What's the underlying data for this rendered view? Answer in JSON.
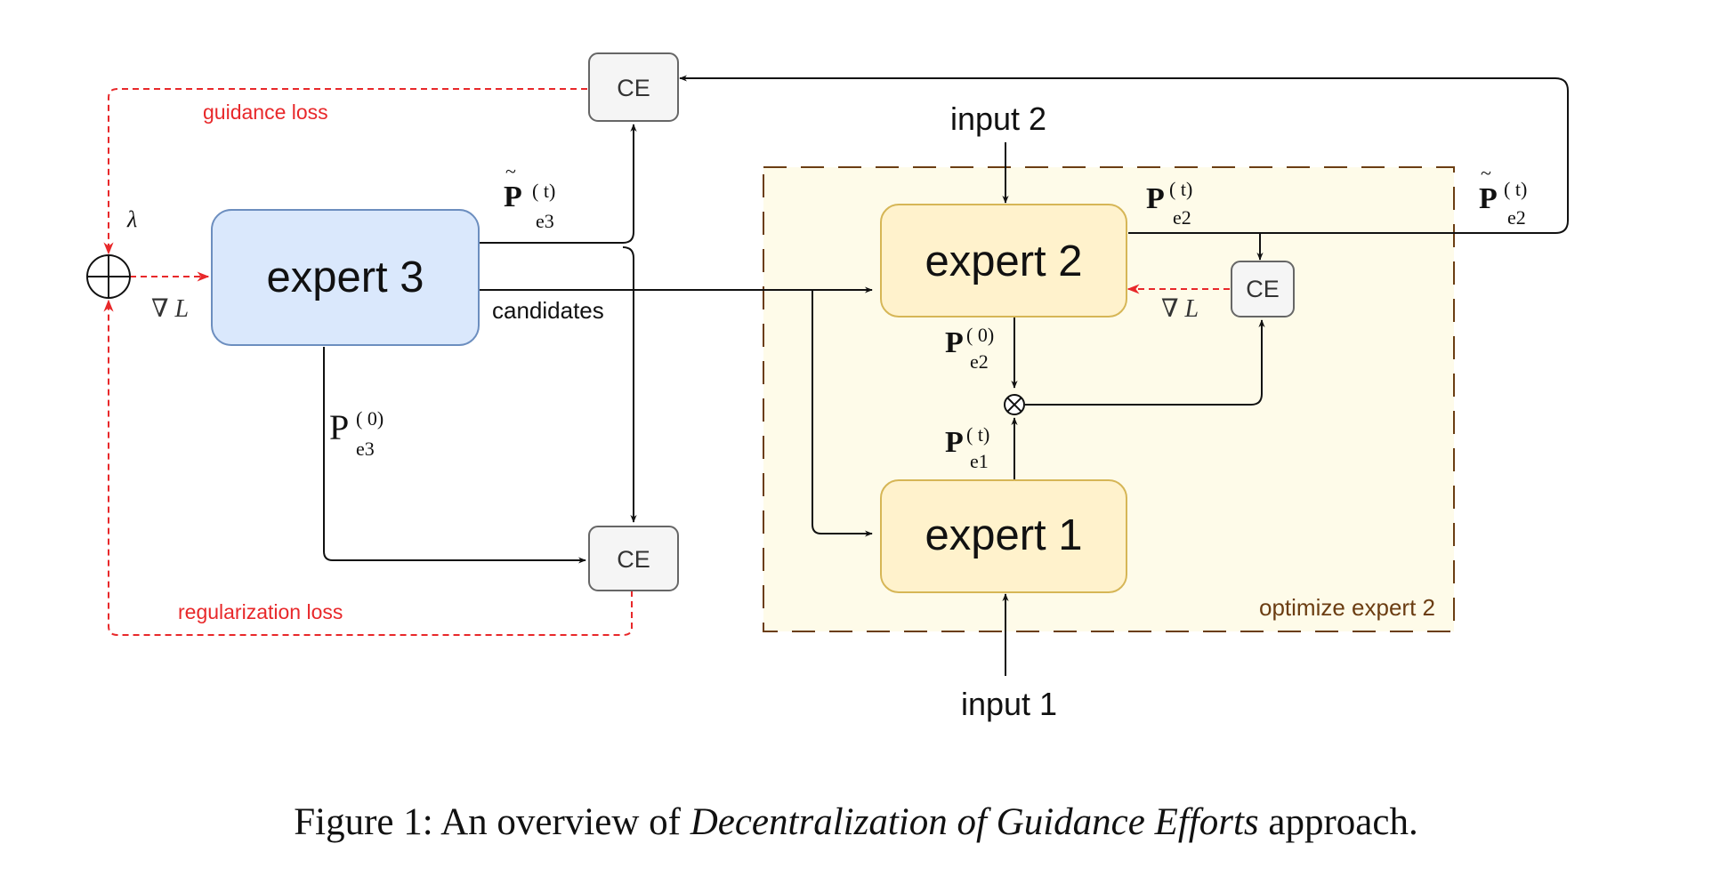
{
  "nodes": {
    "expert3": "expert 3",
    "expert2": "expert 2",
    "expert1": "expert 1",
    "ce_top": "CE",
    "ce_right": "CE",
    "ce_bottom": "CE"
  },
  "labels": {
    "guidance_loss": "guidance loss",
    "regularization_loss": "regularization loss",
    "candidates": "candidates",
    "input2": "input 2",
    "input1": "input 1",
    "optimize": "optimize expert 2",
    "lambda": "λ",
    "grad_left": "∇ L",
    "grad_right": "∇ L",
    "otimes": "⊗"
  },
  "math": {
    "p_tilde_e3": {
      "base": "P",
      "sup": "( t)",
      "sub": "e3",
      "tilde": "~"
    },
    "p_e3_0": {
      "base": "P",
      "sup": "( 0)",
      "sub": "e3"
    },
    "p_e2_t": {
      "base": "P",
      "sup": "( t)",
      "sub": "e2"
    },
    "p_tilde_e2": {
      "base": "P",
      "sup": "( t)",
      "sub": "e2",
      "tilde": "~"
    },
    "p_e2_0": {
      "base": "P",
      "sup": "( 0)",
      "sub": "e2"
    },
    "p_e1_t": {
      "base": "P",
      "sup": "( t)",
      "sub": "e1"
    }
  },
  "caption": {
    "prefix": "Figure 1:  An overview of ",
    "italic": "Decentralization of Guidance Efforts",
    "suffix": " approach."
  },
  "colors": {
    "expert3_fill": "#dae8fc",
    "expert3_stroke": "#6c8ebf",
    "expert_fill": "#fff2cc",
    "expert_stroke": "#d6b656",
    "region_fill": "#fefbe9",
    "region_stroke": "#6b3d12",
    "ce_fill": "#f5f5f5",
    "ce_stroke": "#666666",
    "loss_red": "#e8282a"
  }
}
